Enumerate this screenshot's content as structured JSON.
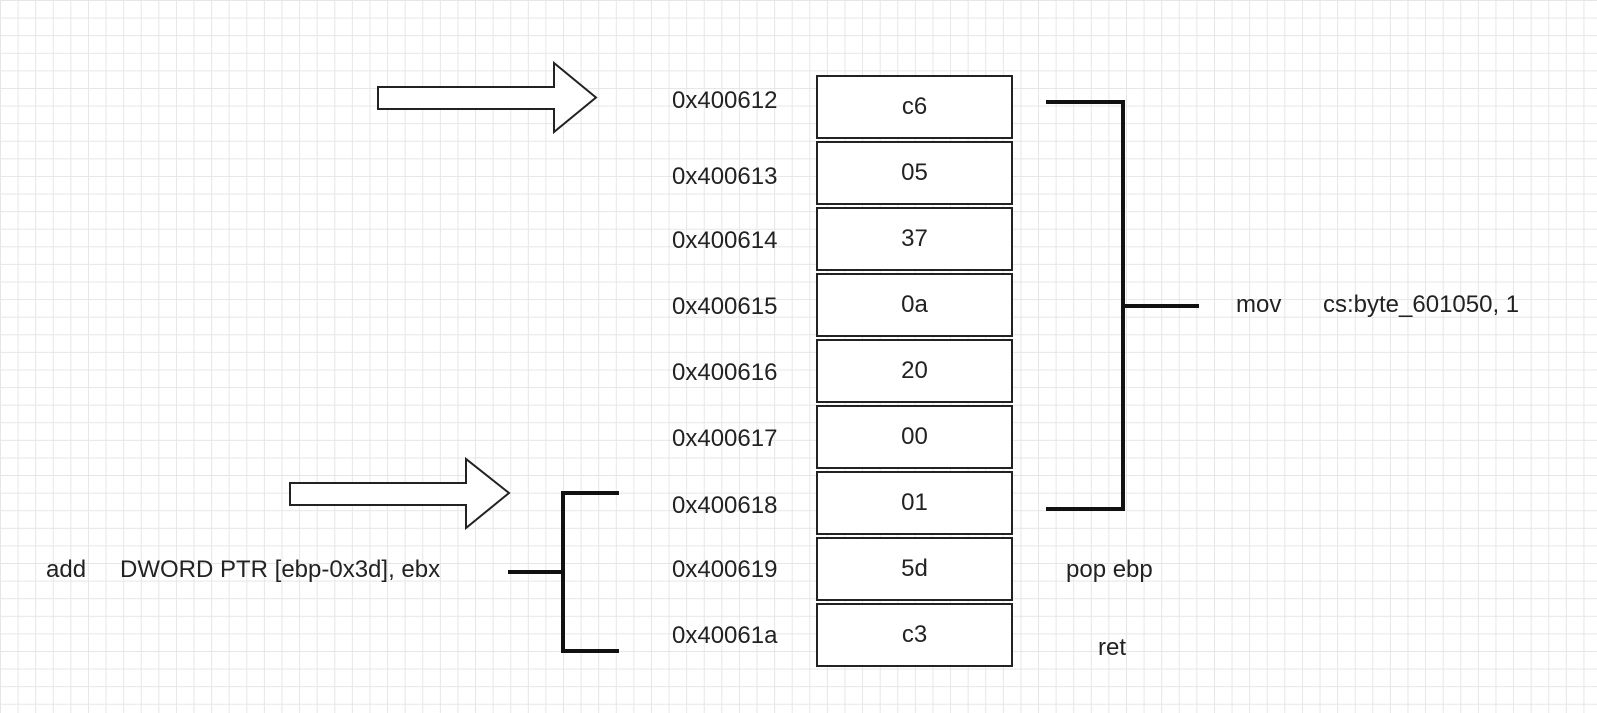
{
  "memory": [
    {
      "address": "0x400612",
      "byte": "c6"
    },
    {
      "address": "0x400613",
      "byte": "05"
    },
    {
      "address": "0x400614",
      "byte": "37"
    },
    {
      "address": "0x400615",
      "byte": "0a"
    },
    {
      "address": "0x400616",
      "byte": "20"
    },
    {
      "address": "0x400617",
      "byte": "00"
    },
    {
      "address": "0x400618",
      "byte": "01"
    },
    {
      "address": "0x400619",
      "byte": "5d"
    },
    {
      "address": "0x40061a",
      "byte": "c3"
    }
  ],
  "instructions": {
    "mov_op": "mov",
    "mov_args": "cs:byte_601050, 1",
    "add_op": "add",
    "add_args": "DWORD PTR [ebp-0x3d], ebx",
    "pop": "pop ebp",
    "ret": "ret"
  }
}
